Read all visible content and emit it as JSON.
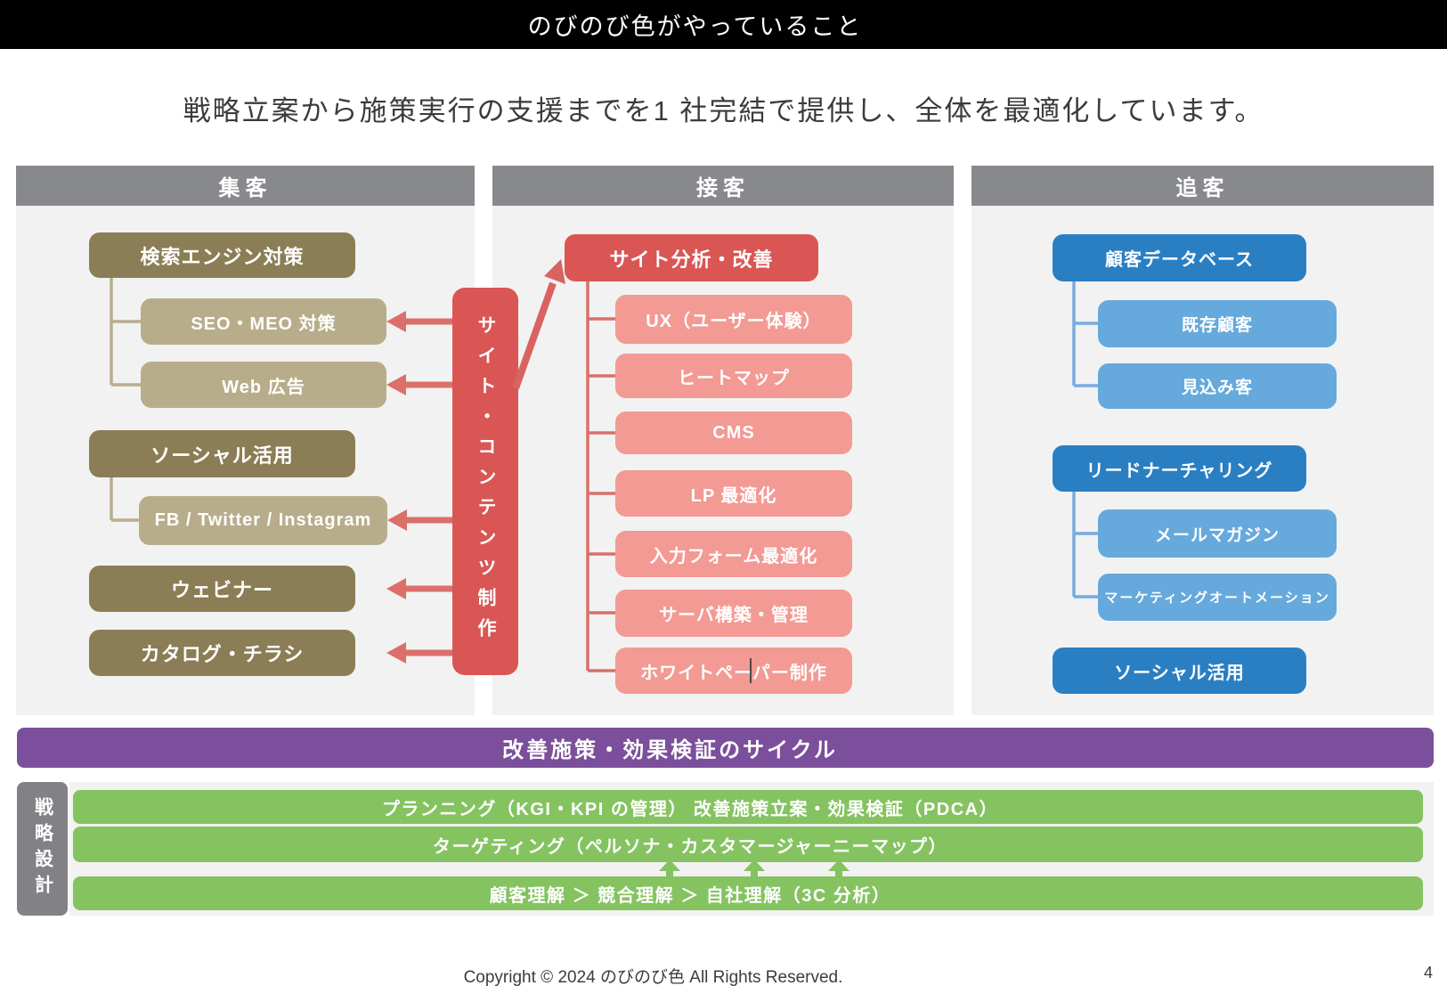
{
  "page": {
    "title": "のびのび色がやっていること",
    "subtitle": "戦略立案から施策実行の支援までを1 社完結で提供し、全体を最適化しています。",
    "footer": "Copyright © 2024 のびのび色 All Rights Reserved.",
    "page_number": "4"
  },
  "attract": {
    "header": "集客",
    "search_engine": "検索エンジン対策",
    "seo_meo": "SEO・MEO 対策",
    "web_ads": "Web 広告",
    "social": "ソーシャル活用",
    "sns": "FB / Twitter / Instagram",
    "webinar": "ウェビナー",
    "catalog": "カタログ・チラシ"
  },
  "engage": {
    "header": "接客",
    "site_content_bar": "サイト・コンテンツ制作",
    "site_analysis": "サイト分析・改善",
    "ux": "UX（ユーザー体験）",
    "heatmap": "ヒートマップ",
    "cms": "CMS",
    "lp_optimization": "LP 最適化",
    "form_optimization": "入力フォーム最適化",
    "server": "サーバ構築・管理",
    "whitepaper": "ホワイトペーパー制作"
  },
  "followup": {
    "header": "追客",
    "customer_db": "顧客データベース",
    "existing_customers": "既存顧客",
    "prospects": "見込み客",
    "lead_nurturing": "リードナーチャリング",
    "mail_magazine": "メールマガジン",
    "marketing_automation": "マーケティングオートメーション",
    "social": "ソーシャル活用"
  },
  "cycle": {
    "label": "改善施策・効果検証のサイクル"
  },
  "strategy": {
    "label": "戦略設計",
    "planning": "プランニング（KGI・KPI の管理） 改善施策立案・効果検証（PDCA）",
    "targeting": "ターゲティング（ペルソナ・カスタマージャーニーマップ）",
    "understanding": "顧客理解 ＞ 競合理解 ＞ 自社理解（3C 分析）"
  },
  "colors": {
    "accent_red": "#d95654",
    "accent_salmon": "#f29a93",
    "olive_dark": "#8b7d55",
    "olive_light": "#b8ad8b",
    "blue_dark": "#2a7fc3",
    "blue_light": "#66a9dc",
    "purple": "#7b4f9b",
    "green": "#85c361",
    "header_gray": "#87898c",
    "panel_gray": "#f2f2f2"
  }
}
